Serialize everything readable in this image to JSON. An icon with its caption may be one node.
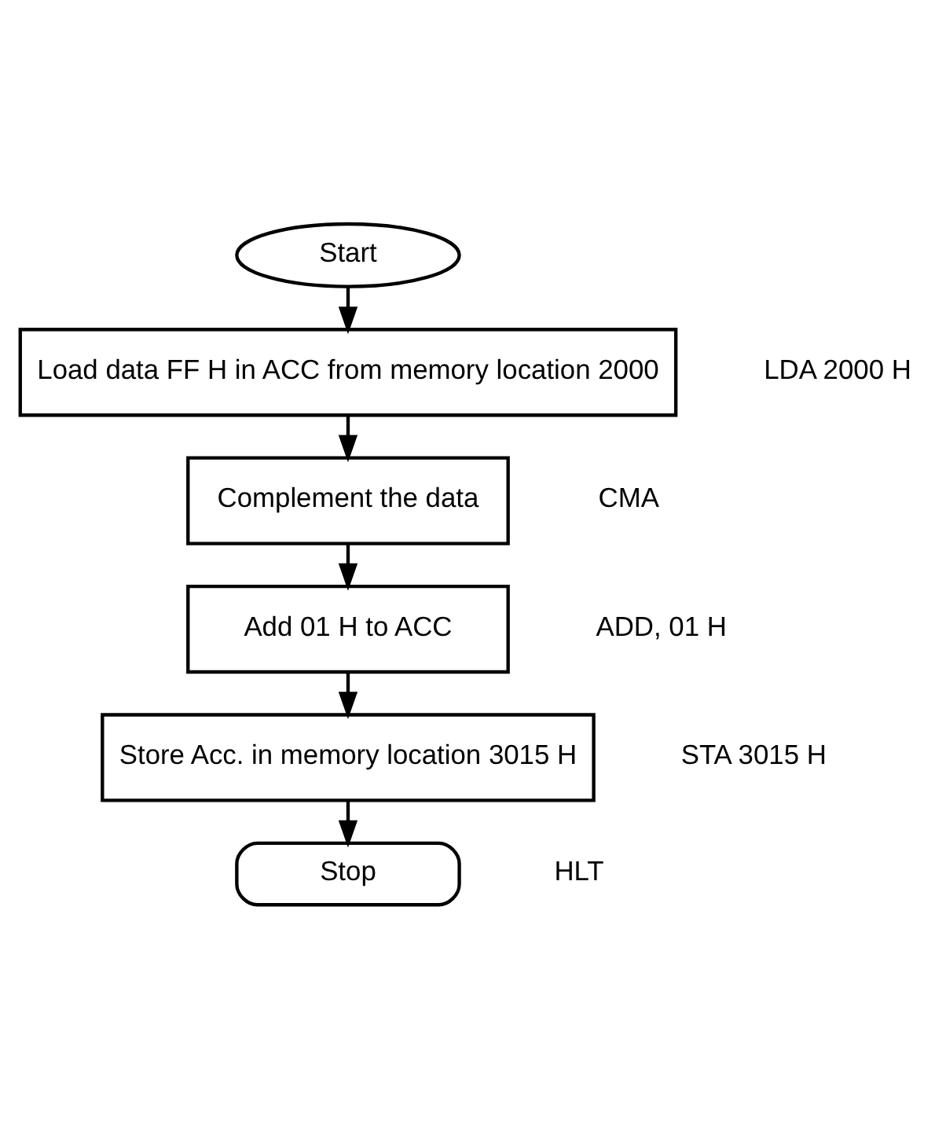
{
  "diagram": {
    "nodes": [
      {
        "text": [
          "Start"
        ]
      },
      {
        "text": [
          "Load data FF H in ACC from memory location 2000"
        ],
        "beside": [
          "LDA 2000 H"
        ]
      },
      {
        "text": [
          "Complement the data"
        ],
        "beside": [
          "CMA"
        ]
      },
      {
        "text": [
          "Add 01 H to ACC"
        ],
        "beside": [
          "ADD, 01 H"
        ]
      },
      {
        "text": [
          "Store Acc. in memory location 3015 H"
        ],
        "beside": [
          "STA 3015 H"
        ]
      },
      {
        "text": [
          "Stop"
        ],
        "beside": [
          "HLT"
        ]
      }
    ],
    "edges": [
      {
        "from": 0,
        "to": 1,
        "arrow": "to"
      },
      {
        "from": 1,
        "to": 2,
        "arrow": "to"
      },
      {
        "from": 2,
        "to": 3,
        "arrow": "to"
      },
      {
        "from": 3,
        "to": 4,
        "arrow": "to"
      },
      {
        "from": 4,
        "to": 5,
        "arrow": "to"
      }
    ]
  }
}
